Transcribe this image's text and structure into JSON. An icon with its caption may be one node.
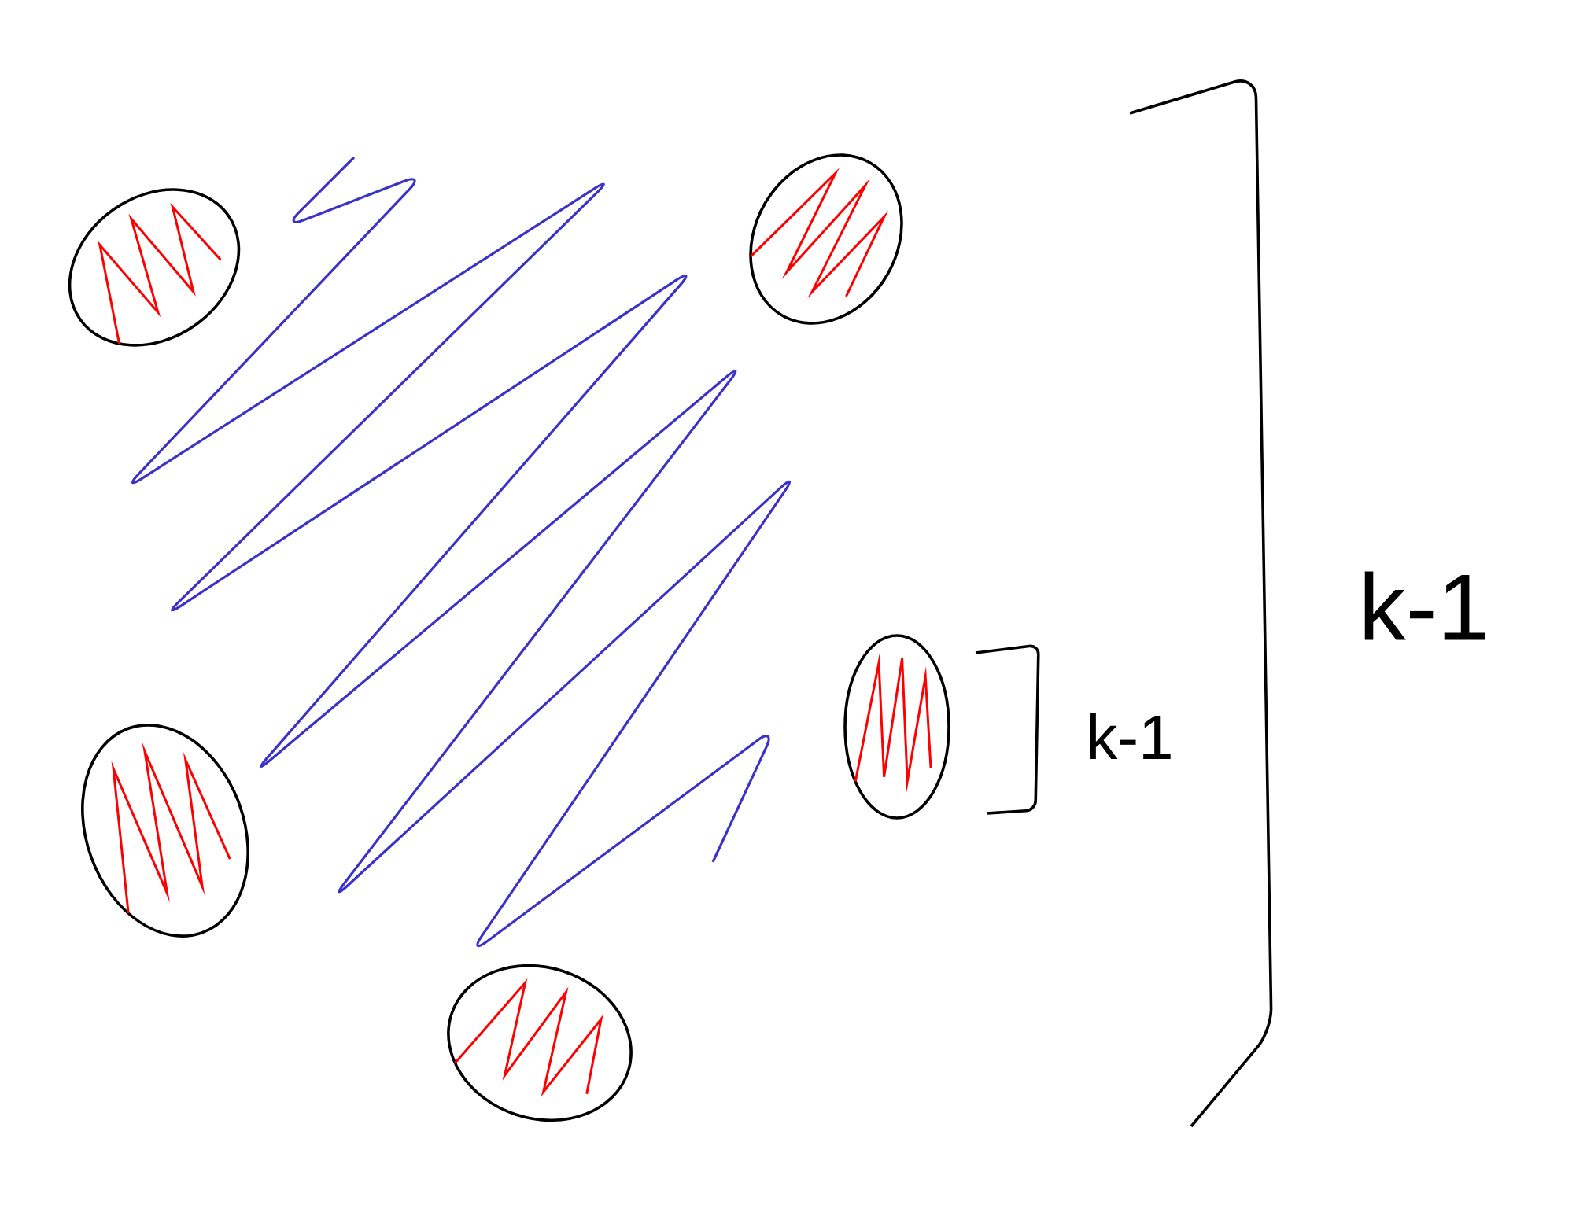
{
  "diagram": {
    "nodes": [
      {
        "text": [],
        "shape": "ellipse"
      },
      {
        "text": [],
        "shape": "ellipse"
      },
      {
        "text": [],
        "shape": "ellipse"
      },
      {
        "text": [],
        "shape": "ellipse"
      },
      {
        "text": [],
        "shape": "ellipse"
      }
    ],
    "labels": [
      "k-1",
      "k-1"
    ]
  }
}
